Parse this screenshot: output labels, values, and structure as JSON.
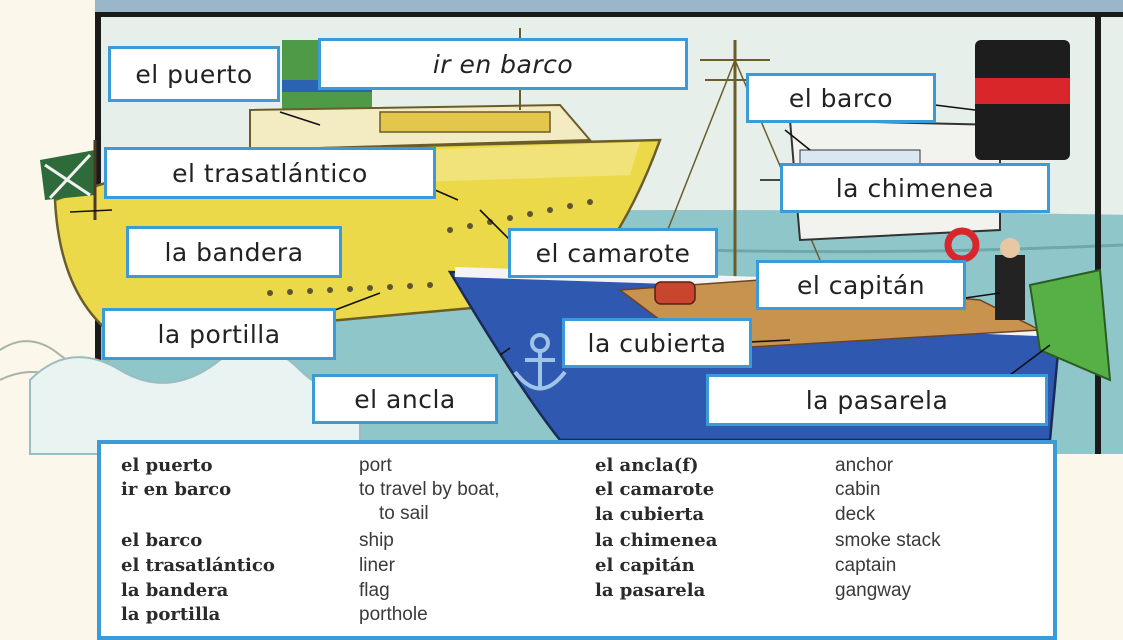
{
  "labels": {
    "port": "el puerto",
    "travel": "ir en barco",
    "ship": "el barco",
    "liner": "el trasatlántico",
    "funnel": "la chimenea",
    "flag": "la bandera",
    "cabin": "el camarote",
    "captain": "el capitán",
    "porthole": "la portilla",
    "deck": "la cubierta",
    "anchor": "el ancla",
    "gangway": "la pasarela"
  },
  "glossary": {
    "left": [
      {
        "es": "el puerto",
        "en": "port"
      },
      {
        "es": "ir en barco",
        "en": "to travel by boat,",
        "en2": "to sail"
      },
      {
        "es": "el barco",
        "en": "ship"
      },
      {
        "es": "el trasatlántico",
        "en": "liner"
      },
      {
        "es": "la bandera",
        "en": "flag"
      },
      {
        "es": "la portilla",
        "en": "porthole"
      }
    ],
    "right": [
      {
        "es": "el ancla(f)",
        "en": "anchor"
      },
      {
        "es": "el camarote",
        "en": "cabin"
      },
      {
        "es": "la cubierta",
        "en": "deck"
      },
      {
        "es": "la chimenea",
        "en": "smoke stack"
      },
      {
        "es": "el capitán",
        "en": "captain"
      },
      {
        "es": "la pasarela",
        "en": "gangway"
      }
    ]
  },
  "colors": {
    "label_border": "#3a9bd6",
    "liner_hull": "#ecd94a",
    "ship_hull": "#2f58b0",
    "funnel_band": "#d8262b",
    "sea": "#8fc6c9"
  }
}
